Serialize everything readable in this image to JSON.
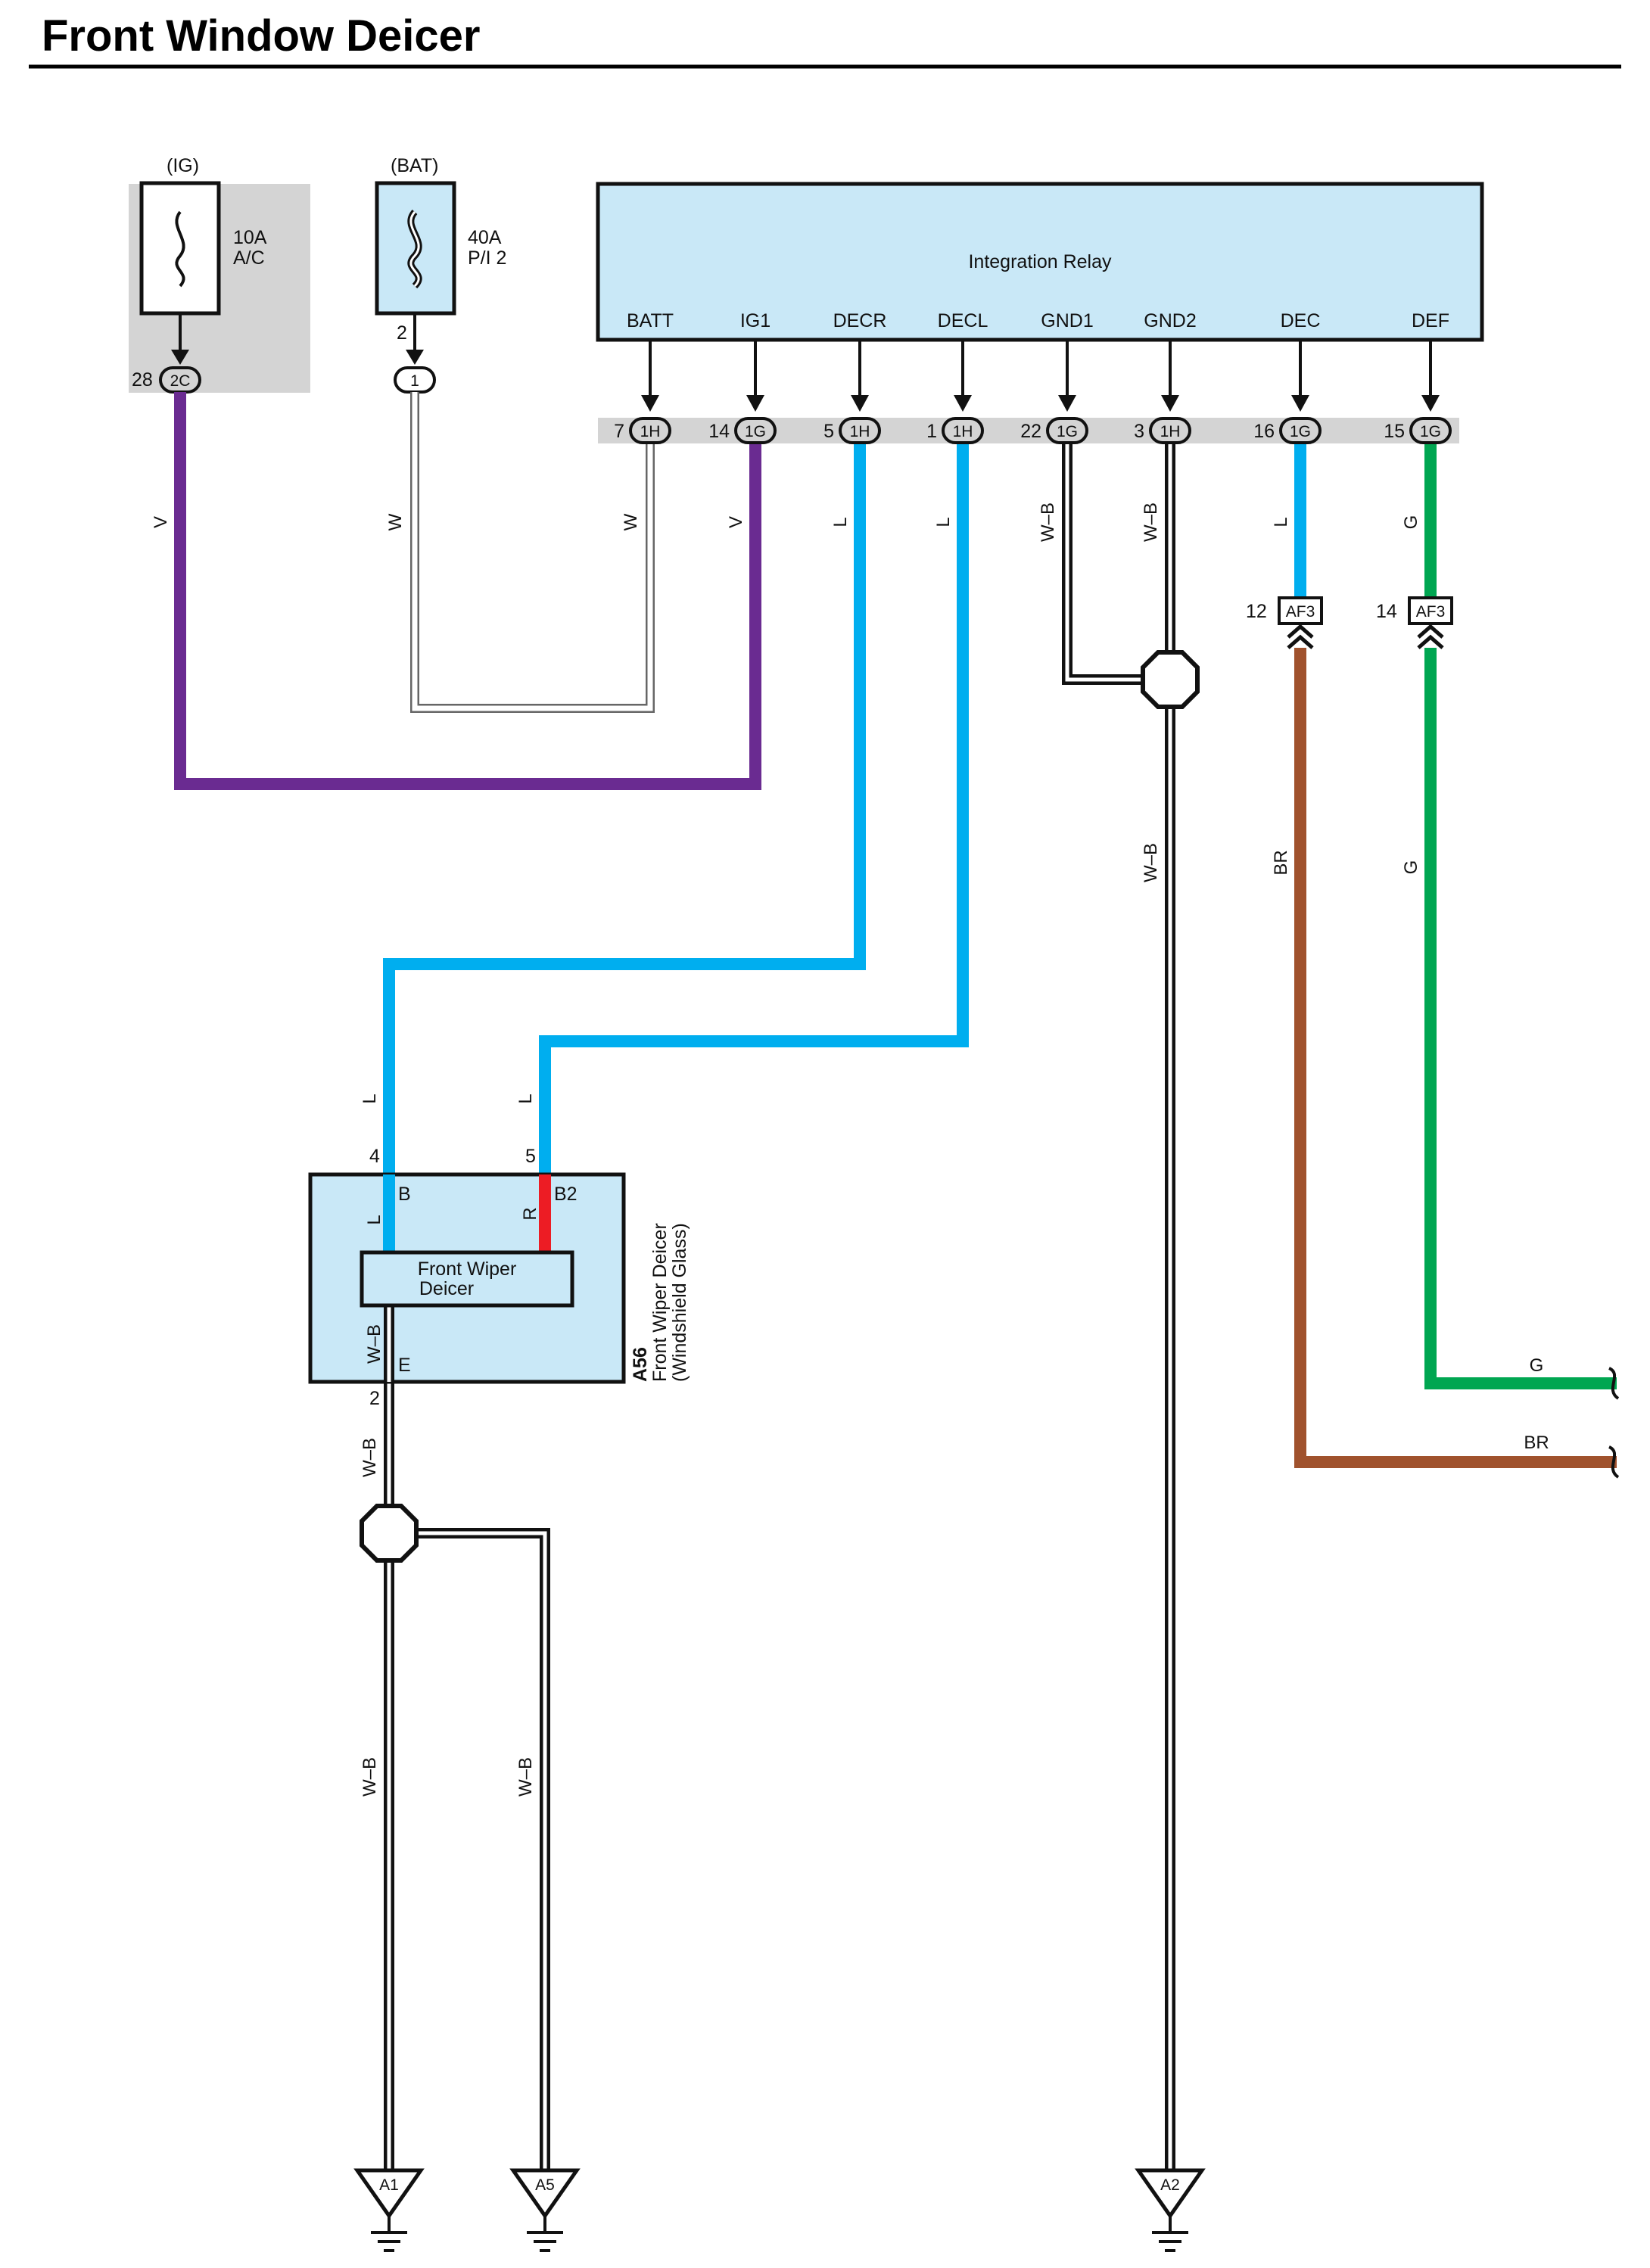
{
  "title": "Front Window Deicer",
  "fuses": {
    "ig": {
      "supply": "(IG)",
      "rating": "10A",
      "name": "A/C",
      "connector": "2C",
      "pin": "28"
    },
    "bat": {
      "supply": "(BAT)",
      "rating": "40A",
      "name": "P/I 2",
      "connector": "1",
      "pin": "2"
    }
  },
  "relay": {
    "name": "Integration Relay",
    "terminals": [
      {
        "name": "BATT",
        "pin": "7",
        "connector": "1H",
        "wire": "W",
        "color": "#ffffff"
      },
      {
        "name": "IG1",
        "pin": "14",
        "connector": "1G",
        "wire": "V",
        "color": "#6a2b91"
      },
      {
        "name": "DECR",
        "pin": "5",
        "connector": "1H",
        "wire": "L",
        "color": "#00aeef"
      },
      {
        "name": "DECL",
        "pin": "1",
        "connector": "1H",
        "wire": "L",
        "color": "#00aeef"
      },
      {
        "name": "GND1",
        "pin": "22",
        "connector": "1G",
        "wire": "W–B",
        "color": "#ffffff"
      },
      {
        "name": "GND2",
        "pin": "3",
        "connector": "1H",
        "wire": "W–B",
        "color": "#ffffff"
      },
      {
        "name": "DEC",
        "pin": "16",
        "connector": "1G",
        "wire": "L",
        "color": "#00aeef"
      },
      {
        "name": "DEF",
        "pin": "15",
        "connector": "1G",
        "wire": "G",
        "color": "#00a651"
      }
    ]
  },
  "junction_connectors": [
    {
      "pin": "12",
      "name": "AF3",
      "wire_after": "BR"
    },
    {
      "pin": "14",
      "name": "AF3",
      "wire_after": "G"
    }
  ],
  "wire_labels": {
    "ig_fuse": "V",
    "bat_fuse": "W",
    "decr_lower": "L",
    "decl_lower": "L",
    "gnd2_lower": "W–B",
    "deicer_ground": "W–B",
    "ground_a1": "W–B",
    "ground_a5": "W–B",
    "exit_g": "G",
    "exit_br": "BR"
  },
  "deicer": {
    "code": "A56",
    "name": "Front Wiper Deicer",
    "subtitle": "(Windshield Glass)",
    "element_line1": "Front Wiper",
    "element_line2": "Deicer",
    "pins": [
      {
        "pin": "4",
        "terminal": "B",
        "internal_wire": "L"
      },
      {
        "pin": "5",
        "terminal": "B2",
        "internal_wire": "R"
      },
      {
        "pin": "2",
        "terminal": "E",
        "internal_wire": "W–B"
      }
    ]
  },
  "grounds": [
    "A1",
    "A5",
    "A2"
  ],
  "colors": {
    "violet": "#6a2b91",
    "blue": "#00aeef",
    "green": "#00a651",
    "brown": "#a0522d",
    "red": "#ed1c24",
    "box_fill": "#c9e8f7",
    "shade": "#d4d4d4"
  }
}
